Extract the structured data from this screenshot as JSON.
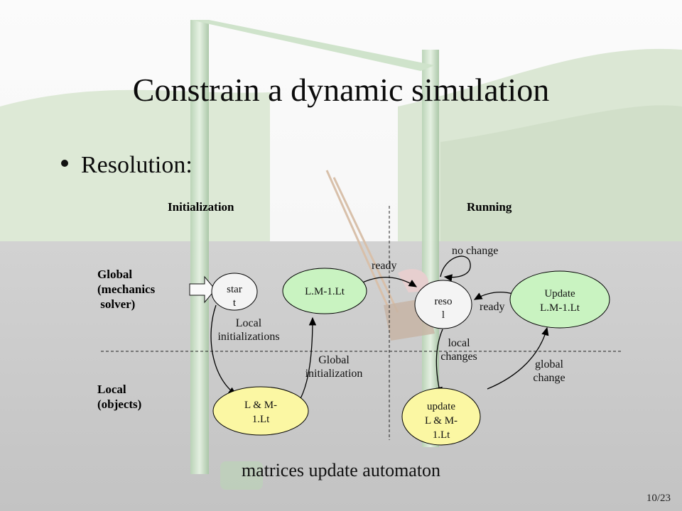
{
  "slide": {
    "title": "Constrain a dynamic simulation",
    "bullet": "Resolution:",
    "caption": "matrices update automaton",
    "page_number": "10/23"
  },
  "headers": {
    "initialization": "Initialization",
    "running": "Running"
  },
  "rows": {
    "global": [
      "Global",
      "(mechanics",
      " solver)"
    ],
    "local": [
      "Local",
      "(objects)"
    ]
  },
  "nodes": {
    "start": [
      "star",
      "t"
    ],
    "lml_init": "L.M-1.Lt",
    "l_m_local": [
      "L & M-",
      "1.Lt"
    ],
    "resol": [
      "reso",
      "l"
    ],
    "update_global": [
      "Update",
      "L.M-1.Lt"
    ],
    "update_local": [
      "update",
      "L & M-",
      "1.Lt"
    ]
  },
  "edges": {
    "local_initializations": [
      "Local",
      "initializations"
    ],
    "global_initialization": [
      "Global",
      "initialization"
    ],
    "ready_1": "ready",
    "no_change": "no change",
    "ready_2": "ready",
    "local_changes": [
      "local",
      "changes"
    ],
    "global_change": [
      "global",
      "change"
    ]
  },
  "colors": {
    "node_green": "#c9f3c1",
    "node_yellow": "#fbf7a3",
    "node_white": "#f4f4f4"
  }
}
